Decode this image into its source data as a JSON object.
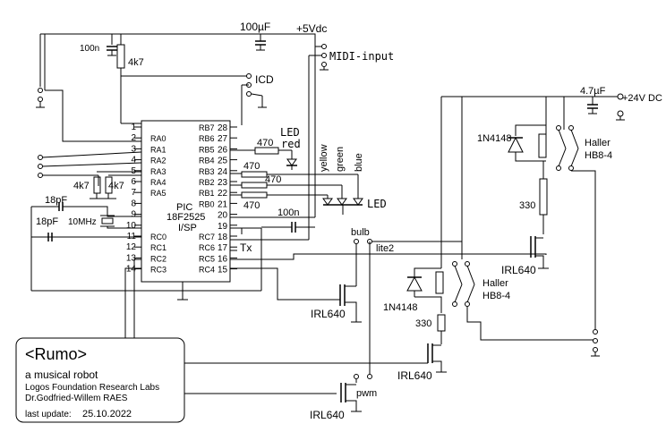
{
  "supply": {
    "plus5": "+5Vdc",
    "plus24": "+24V DC",
    "cap100u": "100µF",
    "cap4u7": "4.7µF",
    "cap100n_top": "100n"
  },
  "midi": "MIDI-input",
  "icd": "ICD",
  "pic": {
    "line1": "PIC",
    "line2": "18F2525",
    "line3": "I/SP",
    "pins_left": [
      {
        "num": "1",
        "name": ""
      },
      {
        "num": "2",
        "name": "RA0"
      },
      {
        "num": "3",
        "name": "RA1"
      },
      {
        "num": "4",
        "name": "RA2"
      },
      {
        "num": "5",
        "name": "RA3"
      },
      {
        "num": "6",
        "name": "RA4"
      },
      {
        "num": "7",
        "name": "RA5"
      },
      {
        "num": "8",
        "name": ""
      },
      {
        "num": "9",
        "name": ""
      },
      {
        "num": "10",
        "name": ""
      },
      {
        "num": "11",
        "name": "RC0"
      },
      {
        "num": "12",
        "name": "RC1"
      },
      {
        "num": "13",
        "name": "RC2"
      },
      {
        "num": "14",
        "name": "RC3"
      }
    ],
    "pins_right": [
      {
        "num": "28",
        "name": "RB7"
      },
      {
        "num": "27",
        "name": "RB6"
      },
      {
        "num": "26",
        "name": "RB5"
      },
      {
        "num": "25",
        "name": "RB4"
      },
      {
        "num": "24",
        "name": "RB3"
      },
      {
        "num": "23",
        "name": "RB2"
      },
      {
        "num": "22",
        "name": "RB1"
      },
      {
        "num": "21",
        "name": "RB0"
      },
      {
        "num": "20",
        "name": ""
      },
      {
        "num": "19",
        "name": ""
      },
      {
        "num": "18",
        "name": "RC7"
      },
      {
        "num": "17",
        "name": "RC6"
      },
      {
        "num": "16",
        "name": "RC5"
      },
      {
        "num": "15",
        "name": "RC4"
      }
    ]
  },
  "tx": "Tx",
  "components": {
    "r4k7_top": "4k7",
    "r4k7_a": "4k7",
    "r4k7_b": "4k7",
    "r470_red": "470",
    "led_red_1": "LED",
    "led_red_2": "red",
    "r470_1": "470",
    "r470_2": "470",
    "r470_3": "470",
    "cap100n_mid": "100n",
    "cap18pf_1": "18pF",
    "cap18pf_2": "18pF",
    "crystal": "10MHz",
    "yellow": "yellow",
    "green": "green",
    "blue": "blue",
    "led_rgb": "LED",
    "bulb": "bulb",
    "lite2": "lite2",
    "pwm": "pwm",
    "diode1": "1N4148",
    "diode2": "1N4148",
    "haller1_a": "Haller",
    "haller1_b": "HB8-4",
    "haller2_a": "Haller",
    "haller2_b": "HB8-4",
    "r330_1": "330",
    "r330_2": "330",
    "irl_1": "IRL640",
    "irl_2": "IRL640",
    "irl_3": "IRL640",
    "irl_4": "IRL640"
  },
  "titlebox": {
    "title": "<Rumo>",
    "subtitle": "a musical robot",
    "line1": "Logos Foundation Research Labs",
    "line2": "Dr.Godfried-Willem RAES",
    "update_label": "last update:",
    "update_date": "25.10.2022"
  }
}
